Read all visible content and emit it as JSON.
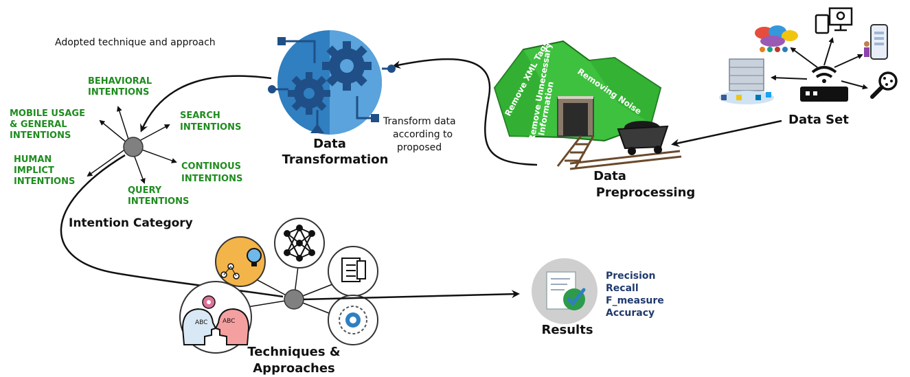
{
  "header_note": "Adopted technique and approach",
  "data_transformation": {
    "title_line1": "Data",
    "title_line2": "Transformation",
    "note_line1": "Transform data",
    "note_line2": "according to",
    "note_line3": "proposed"
  },
  "data_preprocessing": {
    "title_line1": "Data",
    "title_line2": "Preprocessing",
    "step_xml": "Remove XML Tags",
    "step_info_line1": "Remove Unnecessary",
    "step_info_line2": "Information",
    "step_noise": "Removing Noise"
  },
  "data_set": {
    "title": "Data Set"
  },
  "intention_category": {
    "title": "Intention Category",
    "items": [
      {
        "line1": "BEHAVIORAL",
        "line2": "INTENTIONS",
        "line3": ""
      },
      {
        "line1": "MOBILE USAGE",
        "line2": "& GENERAL",
        "line3": "INTENTIONS"
      },
      {
        "line1": "HUMAN",
        "line2": "IMPLICT",
        "line3": "INTENTIONS"
      },
      {
        "line1": "QUERY",
        "line2": "INTENTIONS",
        "line3": ""
      },
      {
        "line1": "CONTINOUS",
        "line2": "INTENTIONS",
        "line3": ""
      },
      {
        "line1": "SEARCH",
        "line2": "INTENTIONS",
        "line3": ""
      }
    ]
  },
  "techniques": {
    "title_line1": "Techniques &",
    "title_line2": "Approaches",
    "abc_text": "ABC"
  },
  "results": {
    "title": "Results",
    "metrics": [
      "Precision",
      "Recall",
      "F_measure",
      "Accuracy"
    ]
  },
  "colors": {
    "intention_green": "#1e8c1e",
    "metric_navy": "#1f3a6e",
    "gear_blue": "#2f7fc1",
    "mountain_green": "#3ec13e",
    "hub_gray": "#808080",
    "check_green": "#2e9b4a"
  }
}
